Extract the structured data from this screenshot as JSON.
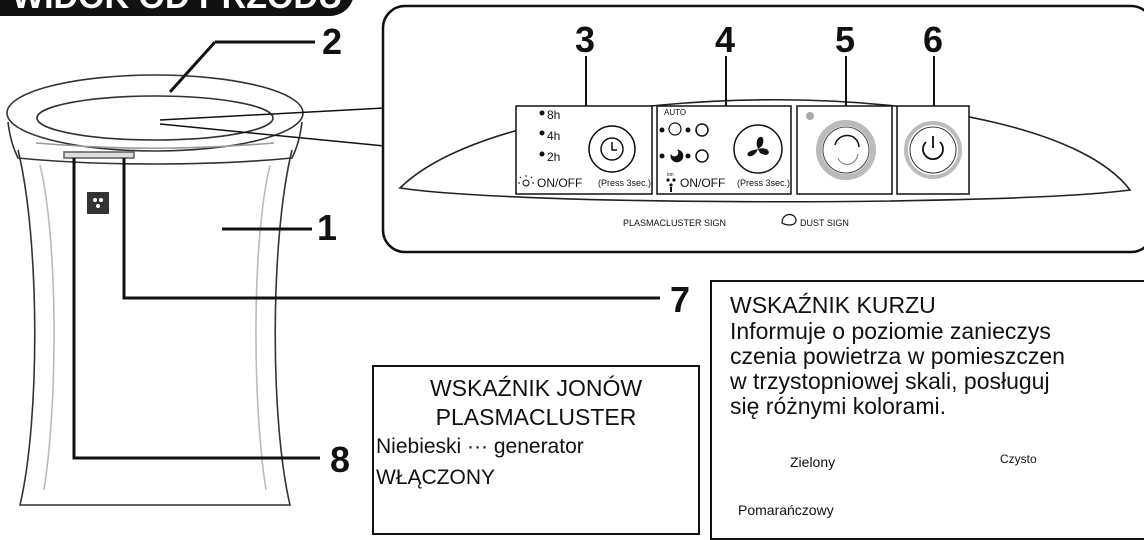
{
  "header": {
    "title": "WIDOK OD PRZODU"
  },
  "callouts": [
    "1",
    "2",
    "3",
    "4",
    "5",
    "6",
    "7",
    "8"
  ],
  "panel": {
    "timer_hours": [
      "8h",
      "4h",
      "2h"
    ],
    "timer_onoff": "ON/OFF",
    "timer_press": "(Press 3sec.)",
    "fan_auto": "AUTO",
    "fan_onoff": "ON/OFF",
    "fan_press": "(Press 3sec.)",
    "fan_ion_mark": "ion",
    "plasmacluster_sign": "PLASMACLUSTER SIGN",
    "dust_sign": "DUST SIGN"
  },
  "ion_indicator": {
    "title_line1": "WSKAŹNIK JONÓW",
    "title_line2": "PLASMACLUSTER",
    "line3": "Niebieski ··· generator",
    "line4": "WŁĄCZONY"
  },
  "dust_indicator": {
    "title": "WSKAŹNIK KURZU",
    "desc_line1": "Informuje o poziomie zanieczys",
    "desc_line2": "czenia powietrza w pomieszczen",
    "desc_line3": "w trzystopniowej skali, posługuj",
    "desc_line4": "się różnymi kolorami.",
    "levels": [
      {
        "label": "Zielony",
        "color": "#dcdcdc"
      },
      {
        "label": "Pomarańczowy",
        "color": "#a9a9a9"
      }
    ],
    "arrow_label": "Czysto"
  }
}
